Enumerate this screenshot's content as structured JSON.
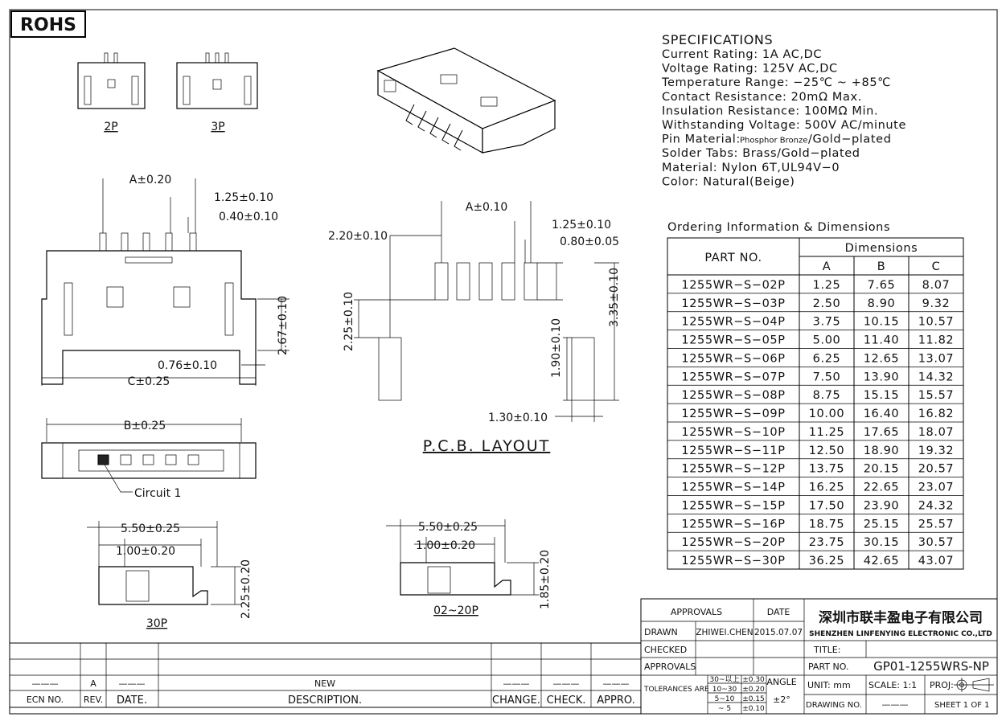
{
  "badge": "ROHS",
  "views": {
    "top_2p": "2P",
    "top_3p": "3P",
    "pcb_layout": "P.C.B. LAYOUT",
    "side_30p": "30P",
    "side_02_20p": "02~20P",
    "circuit_label": "Circuit 1"
  },
  "dimensions": {
    "front_a": "A±0.20",
    "front_pitch": "1.25±0.10",
    "front_pin": "0.40±0.10",
    "front_height": "2.67±0.10",
    "front_tab": "0.76±0.10",
    "front_c": "C±0.25",
    "bottom_b": "B±0.25",
    "side30_w": "5.50±0.25",
    "side30_p": "1.00±0.20",
    "side30_h": "2.25±0.20",
    "side20_w": "5.50±0.25",
    "side20_p": "1.00±0.20",
    "side20_h": "1.85±0.20",
    "pcb_a": "A±0.10",
    "pcb_pitch": "1.25±0.10",
    "pcb_pad_w": "0.80±0.05",
    "pcb_offset": "2.20±0.10",
    "pcb_v1": "2.25±0.10",
    "pcb_v2": "1.90±0.10",
    "pcb_v3": "3.35±0.10",
    "pcb_tab_w": "1.30±0.10"
  },
  "specifications": {
    "title": "SPECIFICATIONS",
    "lines": [
      "Current Rating: 1A AC,DC",
      "Voltage Rating: 125V AC,DC",
      "Temperature Range: −25℃ ~ +85℃",
      "Contact Resistance: 20mΩ Max.",
      "Insulation Resistance: 100MΩ Min.",
      "Withstanding Voltage: 500V AC/minute",
      "Pin Material:",
      "Solder Tabs: Brass/Gold−plated",
      "Material: Nylon 6T,UL94V−0",
      "Color: Natural(Beige)"
    ],
    "pin_material_small": "Phosphor Bronze",
    "pin_material_rest": "/Gold−plated"
  },
  "ordering": {
    "title": "Ordering Information & Dimensions",
    "part_no_header": "PART NO.",
    "dimensions_header": "Dimensions",
    "columns": [
      "A",
      "B",
      "C"
    ],
    "rows": [
      [
        "1255WR−S−02P",
        "1.25",
        "7.65",
        "8.07"
      ],
      [
        "1255WR−S−03P",
        "2.50",
        "8.90",
        "9.32"
      ],
      [
        "1255WR−S−04P",
        "3.75",
        "10.15",
        "10.57"
      ],
      [
        "1255WR−S−05P",
        "5.00",
        "11.40",
        "11.82"
      ],
      [
        "1255WR−S−06P",
        "6.25",
        "12.65",
        "13.07"
      ],
      [
        "1255WR−S−07P",
        "7.50",
        "13.90",
        "14.32"
      ],
      [
        "1255WR−S−08P",
        "8.75",
        "15.15",
        "15.57"
      ],
      [
        "1255WR−S−09P",
        "10.00",
        "16.40",
        "16.82"
      ],
      [
        "1255WR−S−10P",
        "11.25",
        "17.65",
        "18.07"
      ],
      [
        "1255WR−S−11P",
        "12.50",
        "18.90",
        "19.32"
      ],
      [
        "1255WR−S−12P",
        "13.75",
        "20.15",
        "20.57"
      ],
      [
        "1255WR−S−14P",
        "16.25",
        "22.65",
        "23.07"
      ],
      [
        "1255WR−S−15P",
        "17.50",
        "23.90",
        "24.32"
      ],
      [
        "1255WR−S−16P",
        "18.75",
        "25.15",
        "25.57"
      ],
      [
        "1255WR−S−20P",
        "23.75",
        "30.15",
        "30.57"
      ],
      [
        "1255WR−S−30P",
        "36.25",
        "42.65",
        "43.07"
      ]
    ]
  },
  "revision": {
    "row": {
      "ecn": "———",
      "rev": "A",
      "date": "———",
      "description": "NEW",
      "change": "———",
      "check": "———",
      "appro": "———"
    },
    "headers": {
      "ecn": "ECN NO.",
      "rev": "REV.",
      "date": "DATE.",
      "description": "DESCRIPTION.",
      "change": "CHANGE.",
      "check": "CHECK.",
      "appro": "APPRO."
    }
  },
  "title_block": {
    "approvals_header": "APPROVALS",
    "date_header": "DATE",
    "drawn_label": "DRAWN",
    "drawn_by": "ZHIWEI.CHEN",
    "drawn_date": "2015.07.07",
    "checked_label": "CHECKED",
    "approvals_label": "APPROVALS",
    "company_cn": "深圳市联丰盈电子有限公司",
    "company_en": "SHENZHEN LINFENYING ELECTRONIC CO.,LTD",
    "title_label": "TITLE:",
    "part_no_label": "PART NO.",
    "part_no": "GP01-1255WRS-NP",
    "tolerances_label": "TOLERANCES ARE",
    "tolerances": [
      {
        "range": "30~以上",
        "tol": "±0.30"
      },
      {
        "range": "10~30",
        "tol": "±0.20"
      },
      {
        "range": "5~10",
        "tol": "±0.15"
      },
      {
        "range": "~ 5",
        "tol": "±0.10"
      }
    ],
    "angle_label": "ANGLE",
    "angle_tol": "±2°",
    "unit": "UNIT:  mm",
    "scale": "SCALE:   1:1",
    "proj": "PROJ:",
    "drawing_no_label": "DRAWING NO.",
    "drawing_no": "———",
    "sheet": "SHEET   1  OF  1"
  }
}
